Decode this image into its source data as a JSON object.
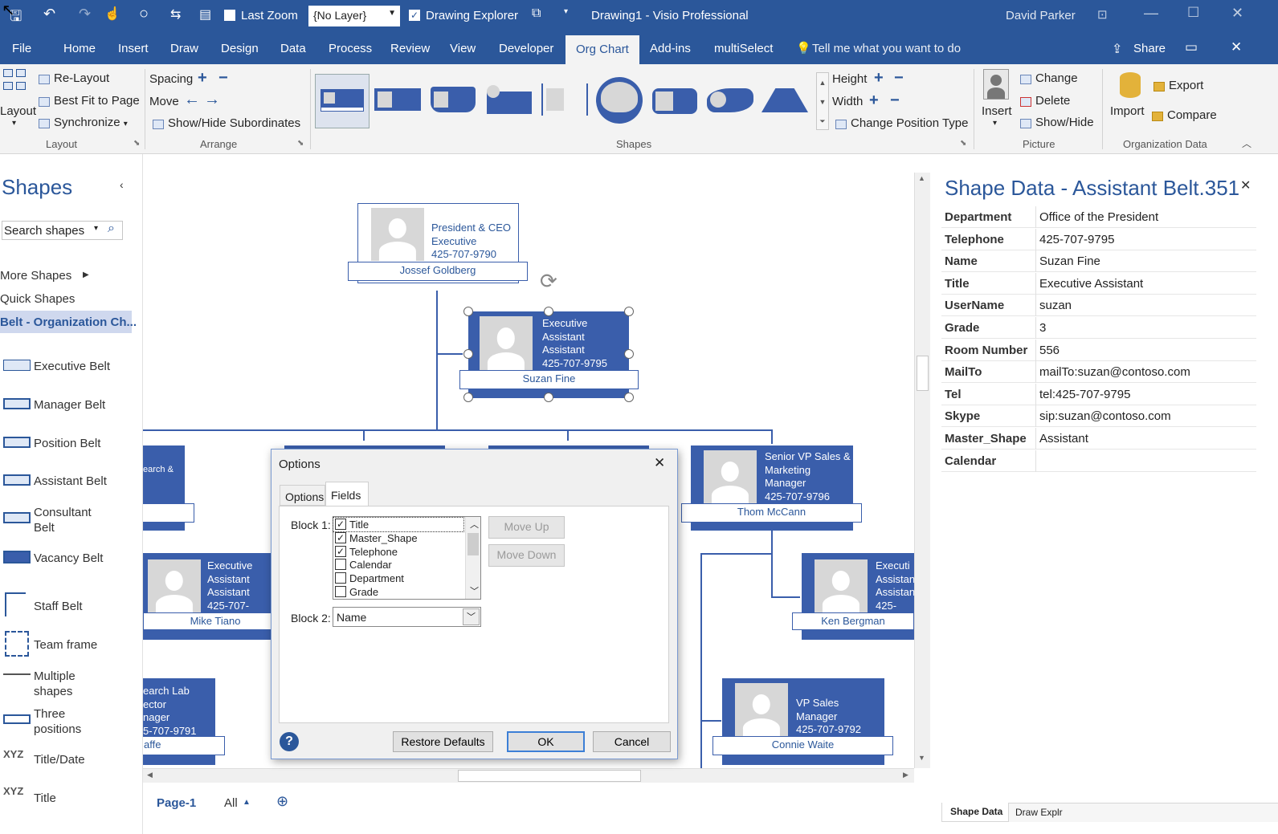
{
  "titlebar": {
    "last_zoom": "Last Zoom",
    "layer_value": "{No Layer}",
    "drawing_explorer": "Drawing Explorer",
    "doc_title": "Drawing1  -  Visio Professional",
    "user": "David Parker"
  },
  "tabs": [
    "File",
    "Home",
    "Insert",
    "Draw",
    "Design",
    "Data",
    "Process",
    "Review",
    "View",
    "Developer",
    "Org Chart",
    "Add-ins",
    "multiSelect"
  ],
  "active_tab": "Org Chart",
  "tell_me": "Tell me what you want to do",
  "share": "Share",
  "ribbon": {
    "layout": {
      "big": "Layout",
      "relayout": "Re-Layout",
      "best_fit": "Best Fit to Page",
      "sync": "Synchronize",
      "group": "Layout"
    },
    "arrange": {
      "spacing": "Spacing",
      "move": "Move",
      "show_hide": "Show/Hide Subordinates",
      "group": "Arrange"
    },
    "shapes": {
      "group": "Shapes",
      "height": "Height",
      "width": "Width",
      "change_pos": "Change Position Type"
    },
    "picture": {
      "insert": "Insert",
      "change": "Change",
      "delete": "Delete",
      "show_hide": "Show/Hide",
      "group": "Picture"
    },
    "orgdata": {
      "import": "Import",
      "export": "Export",
      "compare": "Compare",
      "group": "Organization Data"
    }
  },
  "left": {
    "title": "Shapes",
    "search_placeholder": "Search shapes",
    "more_shapes": "More Shapes",
    "quick_shapes": "Quick Shapes",
    "stencil": "Belt - Organization Ch...",
    "items": [
      "Executive Belt",
      "Manager Belt",
      "Position Belt",
      "Assistant Belt",
      "Consultant Belt",
      "Vacancy Belt",
      "Staff Belt",
      "Team frame",
      "Multiple shapes",
      "Three positions",
      "Title/Date",
      "Title"
    ]
  },
  "canvas": {
    "ceo": {
      "lines": [
        "President & CEO",
        "Executive",
        "425-707-9790"
      ],
      "name": "Jossef Goldberg"
    },
    "assistant": {
      "lines": [
        "Executive",
        "Assistant",
        "Assistant",
        "425-707-9795"
      ],
      "name": "Suzan Fine"
    },
    "left_partial": {
      "lines": [
        "earch &"
      ]
    },
    "thom": {
      "lines": [
        "Senior VP Sales &",
        "Marketing",
        "Manager",
        "425-707-9796"
      ],
      "name": "Thom McCann"
    },
    "mike": {
      "lines": [
        "Executive",
        "Assistant",
        "Assistant",
        "425-707-9795"
      ],
      "name": "Mike Tiano"
    },
    "ken": {
      "lines": [
        "Executi",
        "Assistan",
        "Assistan",
        "425-707-"
      ],
      "name": "Ken Bergman"
    },
    "lab": {
      "lines": [
        "earch Lab",
        "ector",
        "nager",
        "5-707-9791"
      ],
      "name": "affe"
    },
    "connie": {
      "lines": [
        "VP Sales",
        "Manager",
        "425-707-9792"
      ],
      "name": "Connie Waite"
    }
  },
  "pages": {
    "page1": "Page-1",
    "all": "All"
  },
  "shape_data": {
    "title": "Shape Data - Assistant Belt.351",
    "rows": [
      {
        "k": "Department",
        "v": "Office of the President"
      },
      {
        "k": "Telephone",
        "v": "425-707-9795"
      },
      {
        "k": "Name",
        "v": "Suzan Fine"
      },
      {
        "k": "Title",
        "v": "Executive Assistant"
      },
      {
        "k": "UserName",
        "v": "suzan"
      },
      {
        "k": "Grade",
        "v": "3"
      },
      {
        "k": "Room Number",
        "v": "556"
      },
      {
        "k": "MailTo",
        "v": "mailTo:suzan@contoso.com"
      },
      {
        "k": "Tel",
        "v": "tel:425-707-9795"
      },
      {
        "k": "Skype",
        "v": "sip:suzan@contoso.com"
      },
      {
        "k": "Master_Shape",
        "v": "Assistant"
      },
      {
        "k": "Calendar",
        "v": ""
      }
    ]
  },
  "bottom_tabs": [
    "Shape Data",
    "Draw Explr"
  ],
  "dialog": {
    "title": "Options",
    "tabs": [
      "Options",
      "Fields"
    ],
    "block1_label": "Block 1:",
    "fields": [
      {
        "label": "Title",
        "checked": true
      },
      {
        "label": "Master_Shape",
        "checked": true
      },
      {
        "label": "Telephone",
        "checked": true
      },
      {
        "label": "Calendar",
        "checked": false
      },
      {
        "label": "Department",
        "checked": false
      },
      {
        "label": "Grade",
        "checked": false
      }
    ],
    "move_up": "Move Up",
    "move_down": "Move Down",
    "block2_label": "Block 2:",
    "block2_value": "Name",
    "restore": "Restore Defaults",
    "ok": "OK",
    "cancel": "Cancel"
  }
}
